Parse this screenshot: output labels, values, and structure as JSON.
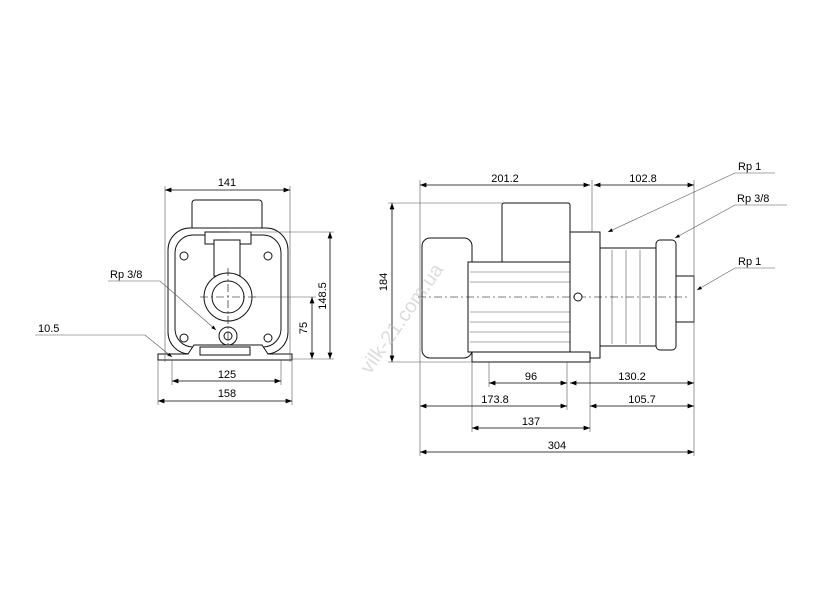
{
  "front_view": {
    "dimensions": {
      "width_top": "141",
      "height_total": "148.5",
      "height_center": "75",
      "foot_hole_spacing": "125",
      "foot_width": "158",
      "foot_hole": "10.5"
    },
    "labels": {
      "drain_port": "Rp 3/8"
    }
  },
  "side_view": {
    "dimensions": {
      "motor_length": "201.2",
      "pump_length": "102.8",
      "height": "184",
      "foot_hole_spacing": "96",
      "foot_to_outlet": "130.2",
      "motor_to_foot": "173.8",
      "foot_to_end": "105.7",
      "foot_length": "137",
      "overall_length": "304"
    },
    "labels": {
      "discharge": "Rp 1",
      "priming": "Rp 3/8",
      "suction": "Rp 1"
    }
  },
  "watermark": "vilk-21.com.ua"
}
